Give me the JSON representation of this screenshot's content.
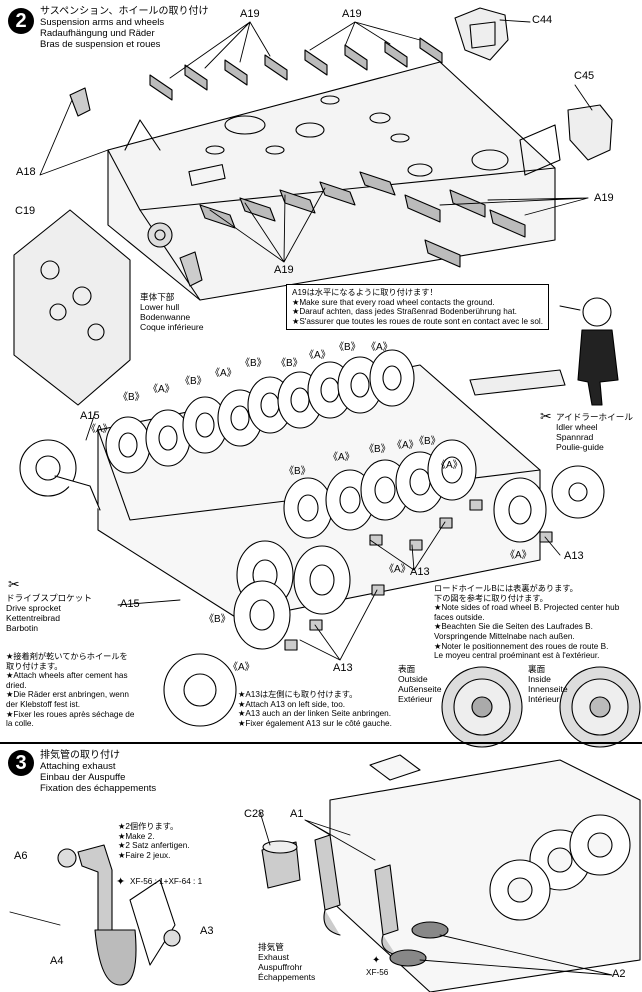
{
  "step2": {
    "number": "2",
    "title_ja": "サスペンション、ホイールの取り付け",
    "title_en": "Suspension arms and wheels",
    "title_de": "Radaufhängung und Räder",
    "title_fr": "Bras de suspension et roues",
    "parts": {
      "a19": "A19",
      "c44": "C44",
      "c45": "C45",
      "a18": "A18",
      "c19": "C19",
      "a15": "A15",
      "a13": "A13"
    },
    "lower_hull": {
      "ja": "車体下部",
      "en": "Lower hull",
      "de": "Bodenwanne",
      "fr": "Coque inférieure"
    },
    "a19_note": {
      "ja": "A19は水平になるように取り付けます！",
      "en": "★Make sure that every road wheel contacts the ground.",
      "de": "★Darauf achten, dass jedes Straßenrad Bodenberührung hat.",
      "fr": "★S'assurer que toutes les roues de route sont en contact avec le sol."
    },
    "wheel_a": "《A》",
    "wheel_b": "《B》",
    "idler": {
      "ja": "アイドラーホイール",
      "en": "Idler wheel",
      "de": "Spannrad",
      "fr": "Poulie-guide"
    },
    "sprocket": {
      "ja": "ドライブスプロケット",
      "en": "Drive sprocket",
      "de": "Kettentreibrad",
      "fr": "Barbotin"
    },
    "cement_note": {
      "ja1": "★接着剤が乾いてからホイールを",
      "ja2": "取り付けます。",
      "en1": "★Attach wheels after cement has",
      "en2": "dried.",
      "de1": "★Die Räder erst anbringen, wenn",
      "de2": "der Klebstoff fest ist.",
      "fr1": "★Fixer les roues après séchage de",
      "fr2": "la colle."
    },
    "a13_note": {
      "ja": "★A13は左側にも取り付けます。",
      "en": "★Attach A13 on left side, too.",
      "de": "★A13 auch an der linken Seite anbringen.",
      "fr": "★Fixer également A13 sur le côté gauche."
    },
    "wheel_b_note": {
      "ja1": "ロードホイールBには表裏があります。",
      "ja2": "下の図を参考に取り付けます。",
      "en1": "★Note sides of road wheel B. Projected center hub",
      "en2": "faces outside.",
      "de1": "★Beachten Sie die Seiten des Laufrades B.",
      "de2": "Vorspringende Mittelnabe nach außen.",
      "fr1": "★Noter le positionnement des roues de route B.",
      "fr2": "Le moyeu central proéminant est à l'extérieur."
    },
    "outside": {
      "ja": "表面",
      "en": "Outside",
      "de": "Außenseite",
      "fr": "Extérieur"
    },
    "inside": {
      "ja": "裏面",
      "en": "Inside",
      "de": "Innenseite",
      "fr": "Intérieur"
    }
  },
  "step3": {
    "number": "3",
    "title_ja": "排気管の取り付け",
    "title_en": "Attaching exhaust",
    "title_de": "Einbau der Auspuffe",
    "title_fr": "Fixation des échappements",
    "parts": {
      "a6": "A6",
      "a4": "A4",
      "a3": "A3",
      "c28": "C28",
      "a1": "A1",
      "a2": "A2"
    },
    "make2": {
      "ja": "★2個作ります。",
      "en": "★Make 2.",
      "de": "★2 Satz anfertigen.",
      "fr": "★Faire 2 jeux."
    },
    "paint_mix": "XF-56 : 1+XF-64 : 1",
    "paint": "XF-56",
    "exhaust": {
      "ja": "排気管",
      "en": "Exhaust",
      "de": "Auspuffrohr",
      "fr": "Échappements"
    }
  }
}
